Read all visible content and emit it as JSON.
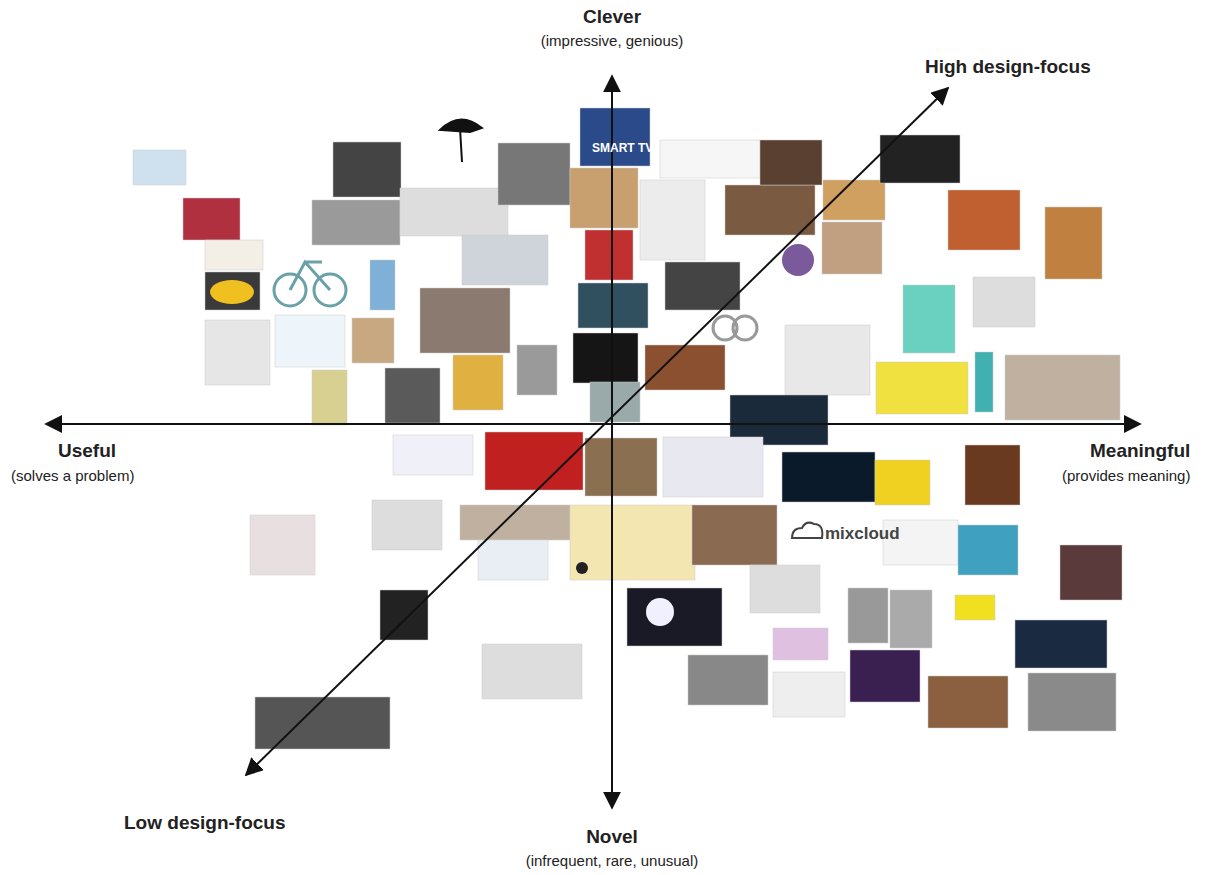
{
  "diagram": {
    "labels": [
      "Clever",
      "(impressive, genious)",
      "High design-focus",
      "Useful",
      "(solves a problem)",
      "Meaningful",
      "(provides meaning)",
      "Low design-focus",
      "Novel",
      "(infrequent, rare, unusual)",
      "SMART TV",
      "mixcloud"
    ]
  }
}
